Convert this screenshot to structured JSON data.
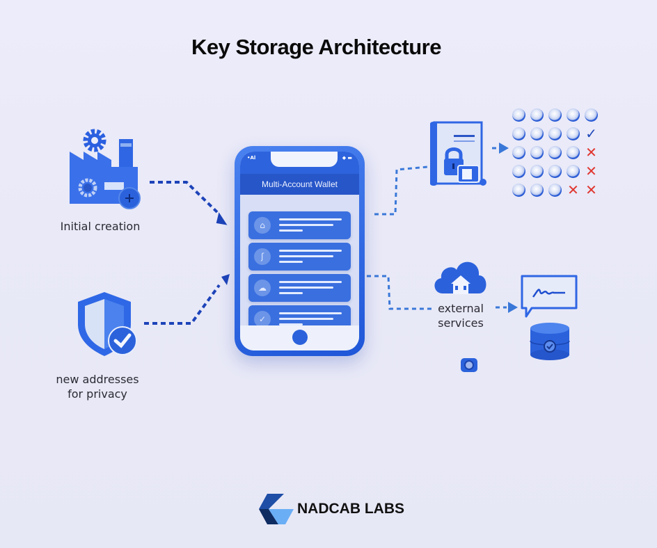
{
  "title": "Key Storage Architecture",
  "left_nodes": [
    {
      "label": "Initial creation",
      "icon": "factory-icon"
    },
    {
      "label_line1": "new addresses",
      "label_line2": "for privacy",
      "icon": "shield-check-icon"
    }
  ],
  "phone": {
    "header": "Multi-Account Wallet",
    "status_left": "•Al",
    "status_right": "◆ ▬",
    "cards": [
      {
        "icon": "home-icon",
        "glyph": "⌂"
      },
      {
        "icon": "key-icon",
        "glyph": "ʃ"
      },
      {
        "icon": "cloud-icon",
        "glyph": "☁"
      },
      {
        "icon": "check-icon",
        "glyph": "✓"
      }
    ]
  },
  "right_top": {
    "icon": "locked-document-icon",
    "grid": [
      [
        "dot",
        "dot",
        "dot",
        "dot",
        "dot"
      ],
      [
        "dot",
        "dot",
        "dot",
        "dot",
        "check"
      ],
      [
        "dot",
        "dot",
        "dot",
        "dot",
        "x"
      ],
      [
        "dot",
        "dot",
        "dot",
        "dot",
        "x"
      ],
      [
        "dot",
        "dot",
        "dot",
        "x",
        "x"
      ]
    ],
    "check_glyph": "✓",
    "x_glyph": "✕"
  },
  "right_bottom": {
    "label_line1": "external",
    "label_line2": "services",
    "icons": [
      "cloud-house-icon",
      "signature-bubble-icon",
      "database-check-icon",
      "gear-icon"
    ]
  },
  "brand": {
    "name": "NADCAB LABS"
  },
  "colors": {
    "primary_blue": "#2b62dc",
    "dark_blue": "#1f4fcf",
    "red_x": "#e0362f",
    "background": "#ebebf8"
  }
}
